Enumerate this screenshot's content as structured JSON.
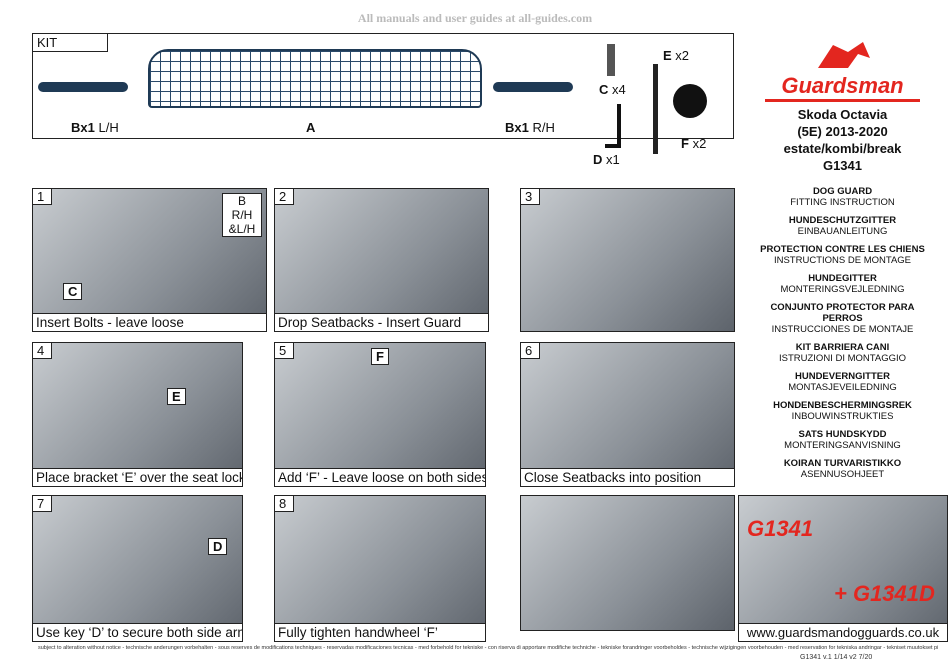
{
  "watermark": "All manuals and user guides at all-guides.com",
  "kit": {
    "label": "KIT",
    "parts": {
      "bx1_lh": "Bx1",
      "bx1_lh_side": "L/H",
      "a": "A",
      "bx1_rh": "Bx1",
      "bx1_rh_side": "R/H",
      "c": "C",
      "c_qty": "x4",
      "d": "D",
      "d_qty": "x1",
      "e": "E",
      "e_qty": "x2",
      "f": "F",
      "f_qty": "x2"
    }
  },
  "brand": {
    "logo": "Guardsman",
    "color": "#e3261f"
  },
  "product": {
    "model": "Skoda Octavia",
    "generation": "(5E) 2013-2020",
    "body": "estate/kombi/break",
    "code": "G1341"
  },
  "languages": [
    {
      "title": "DOG GUARD",
      "subtitle": "FITTING INSTRUCTION"
    },
    {
      "title": "HUNDESCHUTZGITTER",
      "subtitle": "EINBAUANLEITUNG"
    },
    {
      "title": "PROTECTION CONTRE LES CHIENS",
      "subtitle": "INSTRUCTIONS DE MONTAGE"
    },
    {
      "title": "HUNDEGITTER",
      "subtitle": "MONTERINGSVEJLEDNING"
    },
    {
      "title": "CONJUNTO PROTECTOR PARA PERROS",
      "subtitle": "INSTRUCCIONES DE MONTAJE"
    },
    {
      "title": "KIT BARRIERA CANI",
      "subtitle": "ISTRUZIONI DI MONTAGGIO"
    },
    {
      "title": "HUNDEVERNGITTER",
      "subtitle": "MONTASJEVEILEDNING"
    },
    {
      "title": "HONDENBESCHERMINGSREK",
      "subtitle": "INBOUWINSTRUKTIES"
    },
    {
      "title": "SATS HUNDSKYDD",
      "subtitle": "MONTERINGSANVISNING"
    },
    {
      "title": "KOIRAN TURVARISTIKKO",
      "subtitle": "ASENNUSOHJEET"
    }
  ],
  "steps": [
    {
      "num": "1",
      "caption": "Insert Bolts - leave loose",
      "tags": [
        "B R/H &L/H",
        "C"
      ]
    },
    {
      "num": "2",
      "caption": "Drop Seatbacks - Insert Guard"
    },
    {
      "num": "3",
      "caption": ""
    },
    {
      "num": "4",
      "caption": "Place bracket ‘E’ over the seat lock",
      "tags": [
        "E"
      ]
    },
    {
      "num": "5",
      "caption": "Add ‘F’ - Leave loose on both sides",
      "tags": [
        "F"
      ]
    },
    {
      "num": "6",
      "caption": "Close Seatbacks into position"
    },
    {
      "num": "7",
      "caption": "Use key ‘D’ to secure both side arms",
      "tags": [
        "D"
      ]
    },
    {
      "num": "8",
      "caption": "Fully tighten handwheel ‘F’"
    }
  ],
  "photo_labels": {
    "g1341": "G1341",
    "g1341d": "+ G1341D"
  },
  "website": "www.guardsmandogguards.co.uk",
  "footer": {
    "disclaimer": "subject to alteration without notice - technische anderungen vorbehalten - sous reserves de modifications techniques - reservadas modificaciones tecnicas - med forbehold for tekniske - con riserva di apportare modifiche techniche - tekniske forandringer voorbeholdes - technische wijzigingen voorbehouden - med reservation for tekniska andringar - tekniset muutokset pidatetaan",
    "version": "G1341 v.1 1/14 v2 7/20"
  }
}
